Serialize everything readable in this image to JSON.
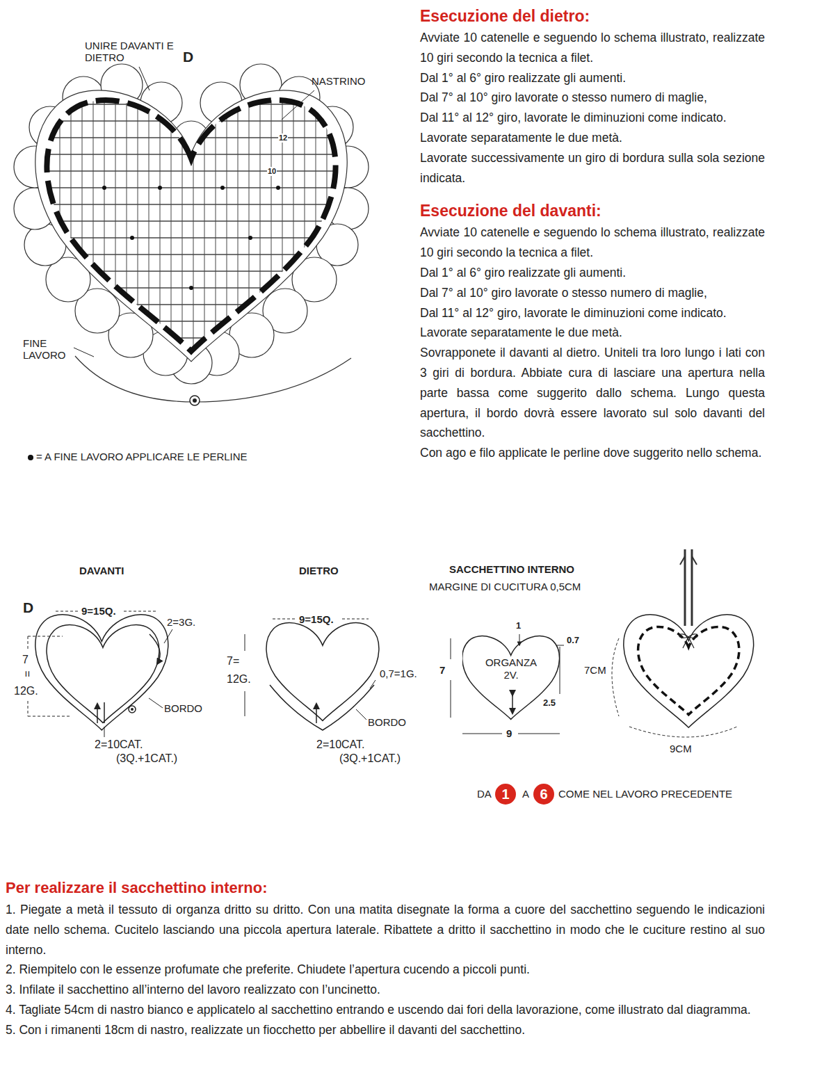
{
  "diagram": {
    "nodes": [
      {
        "text": [
          "ORGANZA 2V."
        ]
      },
      {
        "text": [
          "1"
        ]
      },
      {
        "text": [
          "6"
        ]
      }
    ],
    "labels": [
      "UNIRE DAVANTI E DIETRO",
      "D",
      "NASTRINO",
      "12",
      "10",
      "FINE LAVORO",
      "Esecuzione del dietro:",
      "Avviate 10 catenelle e seguendo lo schema illustrato, realizzate 10 giri secondo la tecnica a filet.",
      "Dal 1° al 6° giro realizzate gli aumenti.",
      "Dal 7° al 10° giro lavorate o stesso numero di maglie,",
      "Dal 11° al 12° giro, lavorate le diminuzioni come indicato.",
      "Lavorate separatamente le due metà.",
      "Lavorate successivamente un giro di bordura sulla sola sezione indicata.",
      "Esecuzione del davanti:",
      "Avviate 10 catenelle e seguendo lo schema illustrato, realizzate 10 giri secondo la tecnica a filet.",
      "Dal 1° al 6° giro realizzate gli aumenti.",
      "Dal 7° al 10° giro lavorate o stesso numero di maglie,",
      "Dal 11° al 12° giro, lavorate le diminuzioni come indicato.",
      "Lavorate separatamente le due metà.",
      "Sovrapponete il davanti al dietro. Uniteli tra loro lungo i lati con 3 giri di bordura. Abbiate cura di lasciare una apertura nella parte bassa come suggerito dallo schema. Lungo questa apertura, il bordo dovrà essere lavorato sul solo davanti del sacchettino.",
      "Con ago e filo applicate le perline dove suggerito nello schema.",
      "DAVANTI",
      "D",
      "9=15Q.",
      "2=3G.",
      "7",
      "=",
      "12G.",
      "BORDO",
      "2=10CAT.",
      "(3Q.+1CAT.)",
      "DIETRO",
      "9=15Q.",
      "7=",
      "12G.",
      "0,7=1G.",
      "BORDO",
      "2=10CAT.",
      "(3Q.+1CAT.)",
      "SACCHETTINO INTERNO",
      "MARGINE DI CUCITURA 0,5CM",
      "1",
      "0.7",
      "7",
      "2.5",
      "9",
      "7CM",
      "9CM",
      "DA",
      "A",
      "COME NEL LAVORO PRECEDENTE",
      "Per realizzare il sacchettino interno:",
      "1. Piegate a metà il tessuto di organza dritto su dritto. Con una matita disegnate la forma a cuore del sacchettino seguendo le indicazioni date nello schema. Cucitelo lasciando una piccola apertura laterale. Ribattete a dritto il sacchettino in modo che le cuciture restino al suo interno.",
      "2. Riempitelo con le essenze profumate che preferite. Chiudete l’apertura cucendo a piccoli punti.",
      "3. Infilate il sacchettino all’interno del lavoro realizzato con l’uncinetto.",
      "4. Tagliate 54cm di nastro bianco e applicatelo al sacchettino entrando e uscendo dai fori della lavorazione, come illustrato dal diagramma.",
      "5. Con i rimanenti 18cm di nastro, realizzate un fiocchetto per abbellire il davanti del sacchettino."
    ],
    "legend": [
      {
        "text": "= A FINE LAVORO APPLICARE LE PERLINE"
      }
    ]
  }
}
